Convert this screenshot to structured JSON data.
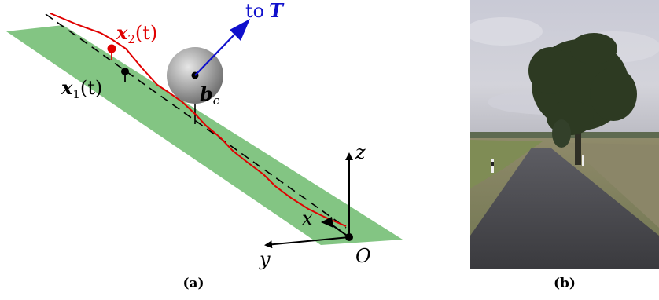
{
  "panel_a": {
    "label_x2_base": "x",
    "label_x2_sub": "2",
    "label_x2_arg": "(t)",
    "label_x1_base": "x",
    "label_x1_sub": "1",
    "label_x1_arg": "(t)",
    "label_to": "to",
    "label_T": "T",
    "label_bc_base": "b",
    "label_bc_sub": "c",
    "axis_z": "z",
    "axis_x": "x",
    "axis_y": "y",
    "origin": "O",
    "caption": "(a)"
  },
  "panel_b": {
    "caption": "(b)"
  },
  "colors": {
    "plane": "#7cc27c",
    "trajectory": "#e00000",
    "direction_arrow": "#0000cc",
    "sphere": "#9a9a9a"
  },
  "icons": [
    "road-photo",
    "tree",
    "sphere",
    "arrow"
  ]
}
